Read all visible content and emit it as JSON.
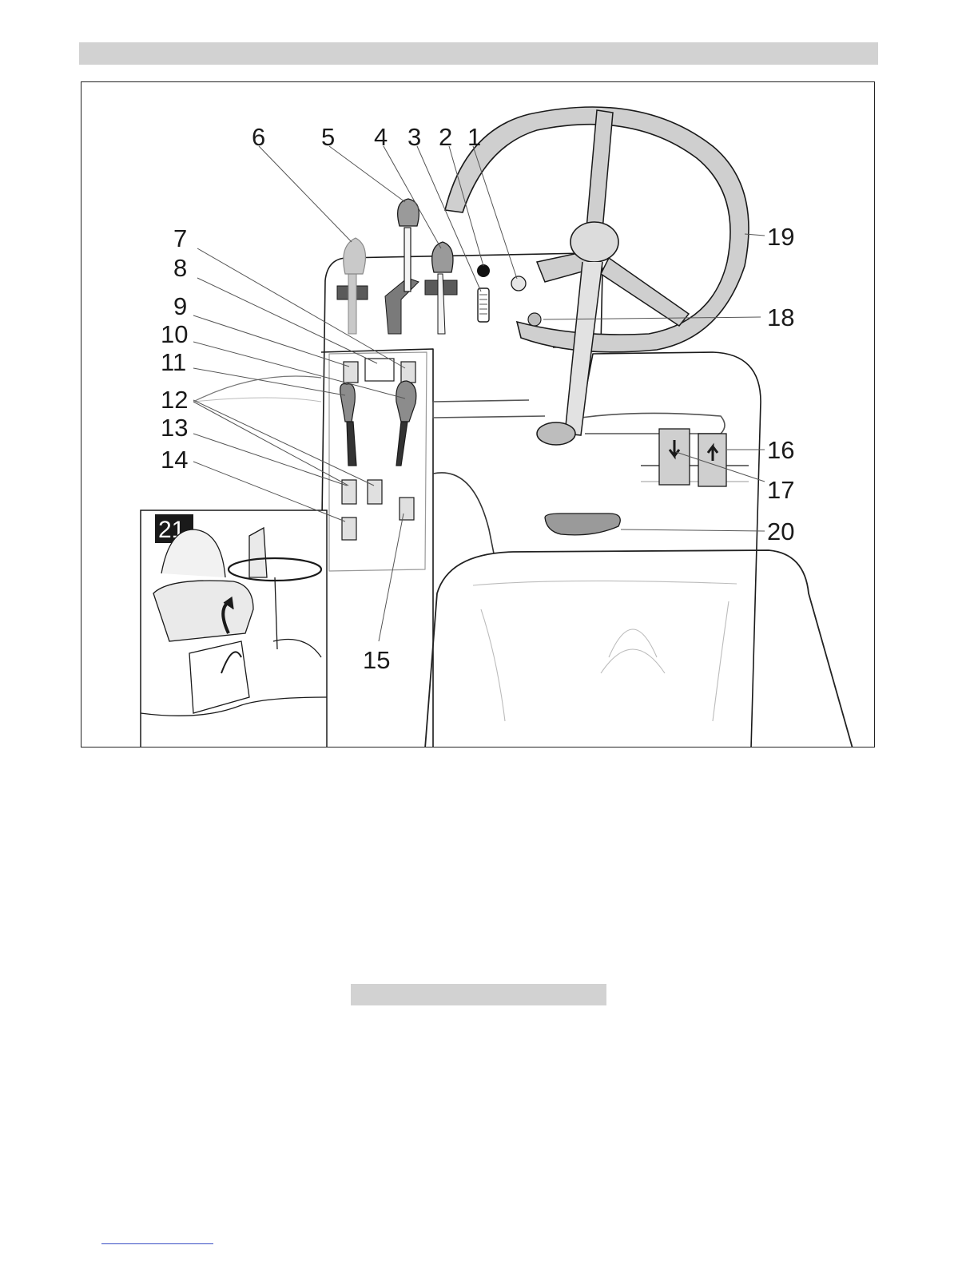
{
  "callouts": [
    {
      "id": "1",
      "label": "1"
    },
    {
      "id": "2",
      "label": "2"
    },
    {
      "id": "3",
      "label": "3"
    },
    {
      "id": "4",
      "label": "4"
    },
    {
      "id": "5",
      "label": "5"
    },
    {
      "id": "6",
      "label": "6"
    },
    {
      "id": "7",
      "label": "7"
    },
    {
      "id": "8",
      "label": "8"
    },
    {
      "id": "9",
      "label": "9"
    },
    {
      "id": "10",
      "label": "10"
    },
    {
      "id": "11",
      "label": "11"
    },
    {
      "id": "12",
      "label": "12"
    },
    {
      "id": "13",
      "label": "13"
    },
    {
      "id": "14",
      "label": "14"
    },
    {
      "id": "15",
      "label": "15"
    },
    {
      "id": "16",
      "label": "16"
    },
    {
      "id": "17",
      "label": "17"
    },
    {
      "id": "18",
      "label": "18"
    },
    {
      "id": "19",
      "label": "19"
    },
    {
      "id": "20",
      "label": "20"
    }
  ],
  "inset": {
    "label": "21"
  },
  "colors": {
    "header_bar": "#d2d2d2",
    "line": "#1a1a1a",
    "lever_light": "#c9c9c9",
    "lever_mid": "#9a9a9a",
    "lever_dark": "#5a5a5a",
    "wheel_fill": "#cfcfcf",
    "link": "#3a4fc4"
  }
}
